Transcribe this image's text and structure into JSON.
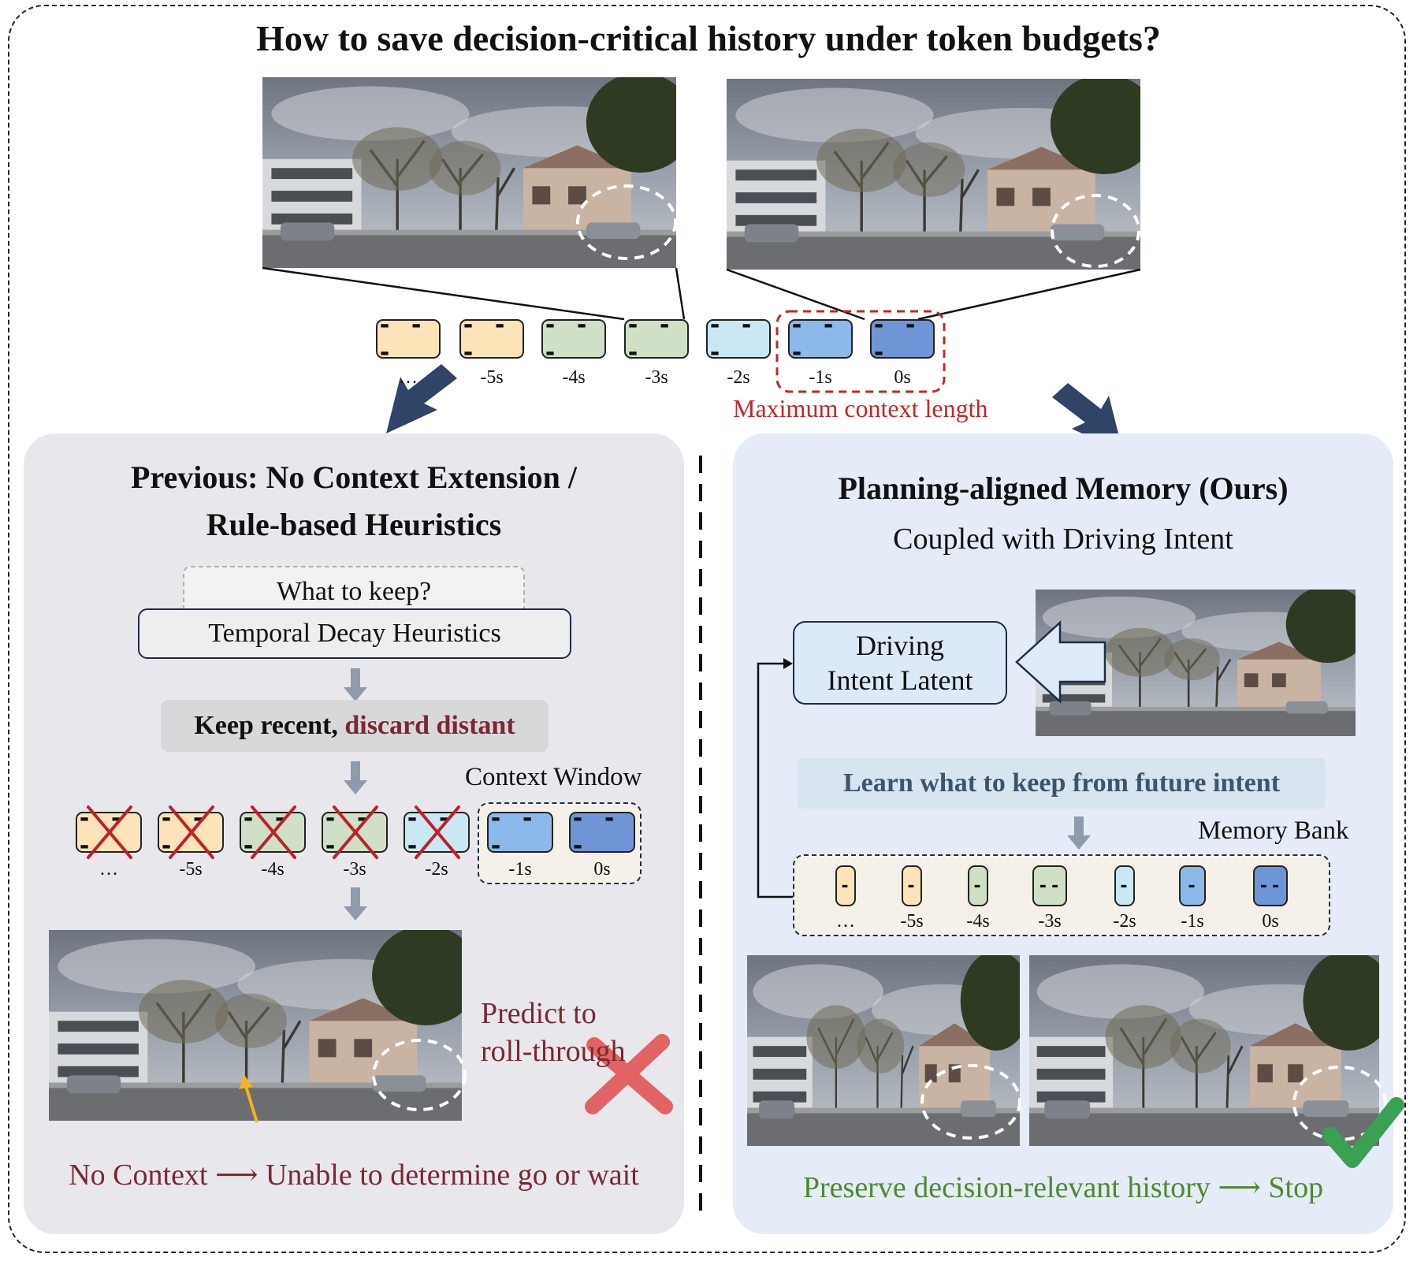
{
  "title": "How to save decision-critical history under token budgets?",
  "timeline": {
    "token_glyph": "- - -",
    "labels": [
      "…",
      "-5s",
      "-4s",
      "-3s",
      "-2s",
      "-1s",
      "0s"
    ],
    "max_context_label": "Maximum context length"
  },
  "left": {
    "title_line1": "Previous: No Context Extension /",
    "title_line2": "Rule-based Heuristics",
    "question": "What to keep?",
    "heuristic": "Temporal Decay Heuristics",
    "rule_part1": "Keep recent,",
    "rule_part2": "discard distant",
    "context_window_label": "Context Window",
    "token_labels": [
      "…",
      "-5s",
      "-4s",
      "-3s",
      "-2s",
      "-1s",
      "0s"
    ],
    "prediction_line1": "Predict to",
    "prediction_line2": "roll-through",
    "conclusion_part1": "No Context",
    "conclusion_part2": "Unable to determine go or wait"
  },
  "right": {
    "title": "Planning-aligned Memory (Ours)",
    "subtitle": "Coupled with Driving Intent",
    "intent_line1": "Driving",
    "intent_line2": "Intent Latent",
    "learn": "Learn what to keep from future intent",
    "memory_bank_label": "Memory Bank",
    "token_labels": [
      "…",
      "-5s",
      "-4s",
      "-3s",
      "-2s",
      "-1s",
      "0s"
    ],
    "conclusion_part1": "Preserve decision-relevant history",
    "conclusion_part2": "Stop"
  },
  "colors": {
    "orange": "#fde3b8",
    "green": "#cfe0c6",
    "cyan": "#c9e8f4",
    "blue_light": "#8ab9ea",
    "blue_dark": "#6f95d6",
    "red_text": "#7a2832",
    "max_context_red": "#c0282a",
    "green_text": "#4c8a2f",
    "arrow_navy": "#2f4466"
  }
}
